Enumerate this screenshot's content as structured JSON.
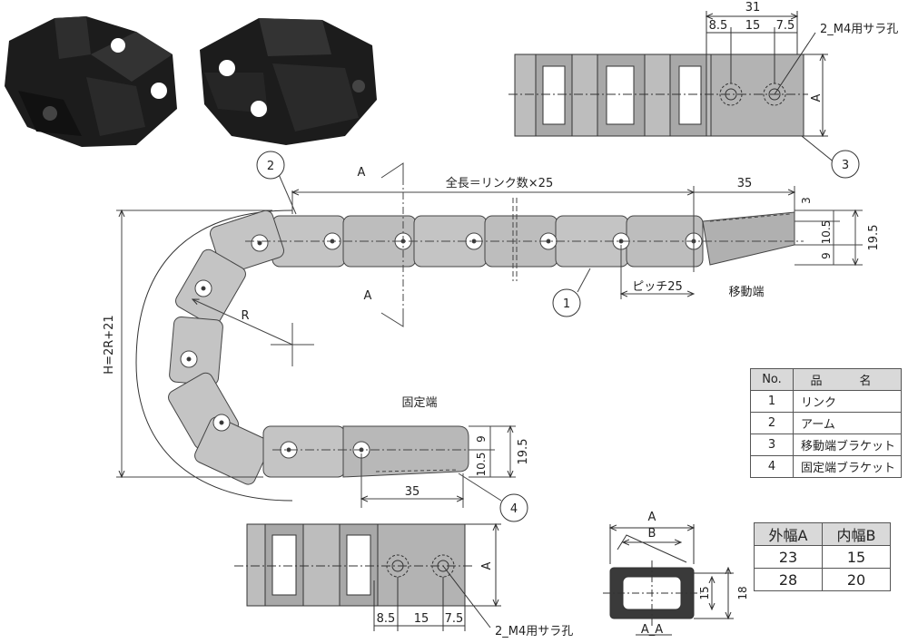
{
  "labels": {
    "total_length": "全長＝リンク数×25",
    "pitch": "ピッチ25",
    "moving_end": "移動端",
    "fixed_end": "固定端",
    "height": "H=2R+21",
    "radius": "R",
    "section_a": "A",
    "section_label": "A_A",
    "hole_note": "2_M4用サラ孔"
  },
  "dimensions": {
    "top_view": {
      "overall": "31",
      "d1": "8.5",
      "d2": "15",
      "d3": "7.5",
      "width": "A"
    },
    "bottom_view": {
      "d1": "8.5",
      "d2": "15",
      "d3": "7.5",
      "width": "A"
    },
    "moving_bracket": {
      "length": "35",
      "d1": "3",
      "d2": "10.5",
      "d3": "9",
      "total": "19.5"
    },
    "fixed_bracket": {
      "length": "35",
      "d1": "9",
      "d2": "10.5",
      "total": "19.5"
    },
    "section": {
      "outer": "A",
      "inner": "B",
      "h1": "15",
      "h2": "18"
    }
  },
  "callouts": [
    "1",
    "2",
    "3",
    "4"
  ],
  "parts_table": {
    "headers": [
      "No.",
      "品　名"
    ],
    "rows": [
      {
        "no": "1",
        "name": "リンク"
      },
      {
        "no": "2",
        "name": "アーム"
      },
      {
        "no": "3",
        "name": "移動端ブラケット"
      },
      {
        "no": "4",
        "name": "固定端ブラケット"
      }
    ]
  },
  "size_table": {
    "headers": [
      "外幅A",
      "内幅B"
    ],
    "rows": [
      [
        "23",
        "15"
      ],
      [
        "28",
        "20"
      ]
    ]
  }
}
